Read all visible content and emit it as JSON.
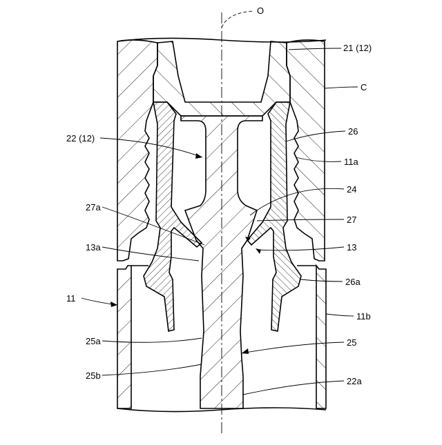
{
  "figure": {
    "axis_label": "O",
    "labels": {
      "l_21_12": "21 (12)",
      "l_c": "C",
      "l_22_12": "22 (12)",
      "l_26": "26",
      "l_11a": "11a",
      "l_24": "24",
      "l_27a": "27a",
      "l_27": "27",
      "l_13a": "13a",
      "l_13": "13",
      "l_26a": "26a",
      "l_11": "11",
      "l_11b": "11b",
      "l_25a": "25a",
      "l_25": "25",
      "l_25b": "25b",
      "l_22a": "22a"
    }
  }
}
